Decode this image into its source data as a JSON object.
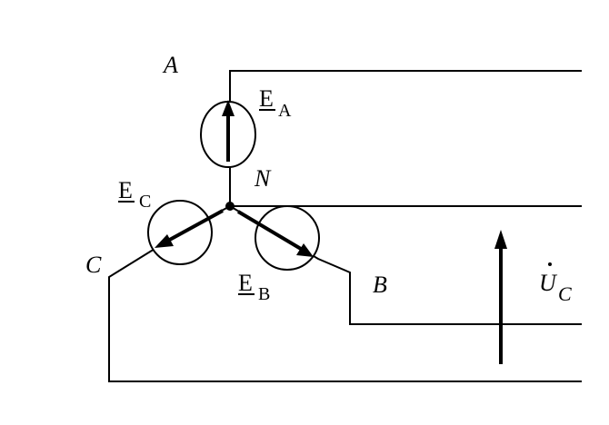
{
  "labels": {
    "node_A": "A",
    "node_B": "B",
    "node_C": "C",
    "node_N": "N",
    "emf_A": {
      "symbol": "E",
      "subscript": "A"
    },
    "emf_B": {
      "symbol": "E",
      "subscript": "B"
    },
    "emf_C": {
      "symbol": "E",
      "subscript": "C"
    },
    "voltage_C": {
      "symbol": "U",
      "subscript": "C"
    }
  },
  "colors": {
    "line": "#000000",
    "background": "#ffffff"
  }
}
